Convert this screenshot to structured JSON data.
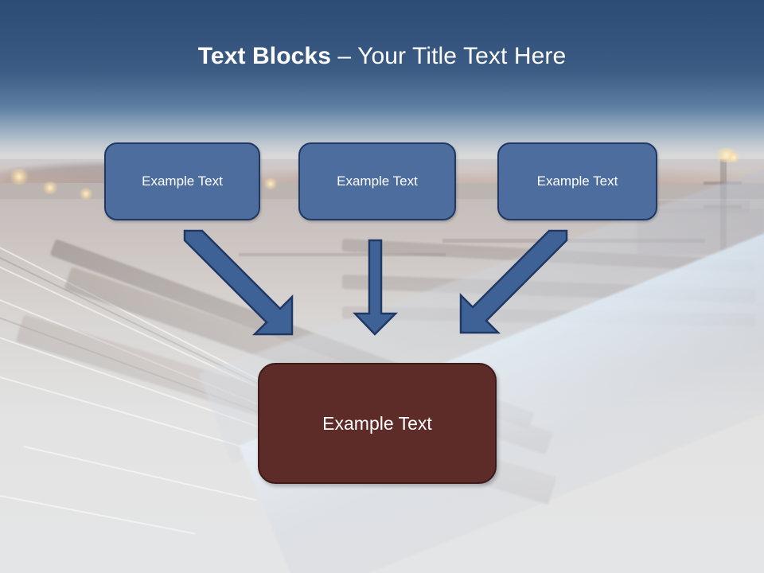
{
  "slide": {
    "title": {
      "bold_part": "Text Blocks",
      "separator": " – ",
      "regular_part": "Your Title Text Here",
      "color": "#ffffff"
    },
    "background": {
      "description": "railway-yard-at-dusk-photo",
      "sky_color": "#2c4b75",
      "glow_color": "#e9b292",
      "ground_color": "#c6c4c2"
    },
    "diagram": {
      "type": "converging-arrows",
      "top_nodes": [
        {
          "id": "node-1",
          "label": "Example Text",
          "fill": "#4c6d9d",
          "border": "#1f3864"
        },
        {
          "id": "node-2",
          "label": "Example Text",
          "fill": "#4c6d9d",
          "border": "#1f3864"
        },
        {
          "id": "node-3",
          "label": "Example Text",
          "fill": "#4c6d9d",
          "border": "#1f3864"
        }
      ],
      "bottom_node": {
        "id": "node-4",
        "label": "Example Text",
        "fill": "#5d2b28",
        "border": "#3d1b19"
      },
      "connectors": [
        {
          "id": "arrow-left",
          "from": "node-1",
          "to": "node-4",
          "direction": "down-right",
          "fill": "#3f6296",
          "border": "#1f3864"
        },
        {
          "id": "arrow-middle",
          "from": "node-2",
          "to": "node-4",
          "direction": "down",
          "fill": "#3f6296",
          "border": "#1f3864"
        },
        {
          "id": "arrow-right",
          "from": "node-3",
          "to": "node-4",
          "direction": "down-left",
          "fill": "#3f6296",
          "border": "#1f3864"
        }
      ]
    }
  }
}
